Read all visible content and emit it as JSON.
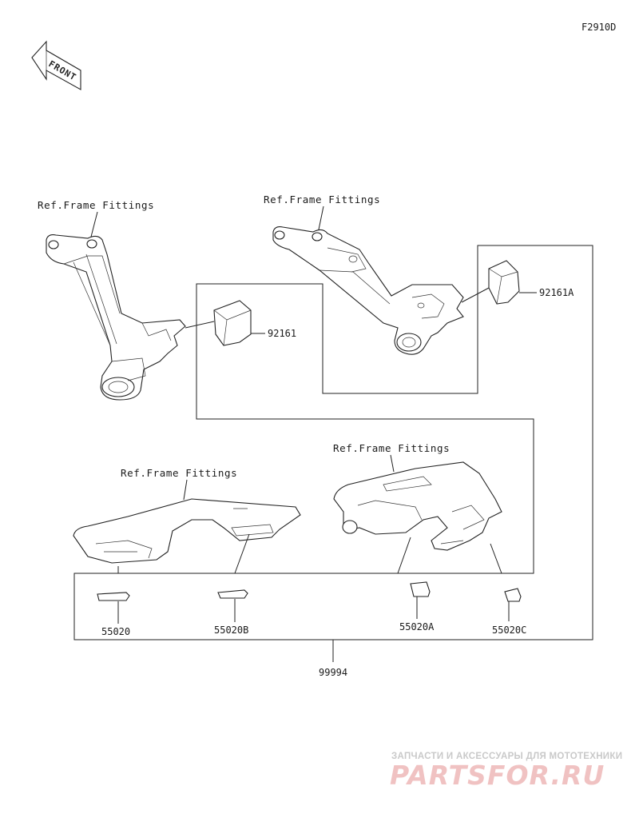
{
  "figure_code": "F2910D",
  "front_arrow": {
    "text": "FRONT",
    "icon": "front-arrow-icon"
  },
  "ref_labels": {
    "left_upper": "Ref.Frame Fittings",
    "right_upper": "Ref.Frame Fittings",
    "left_lower": "Ref.Frame Fittings",
    "right_lower": "Ref.Frame Fittings"
  },
  "parts": {
    "p92161": "92161",
    "p92161a": "92161A",
    "p55020": "55020",
    "p55020b": "55020B",
    "p55020a": "55020A",
    "p55020c": "55020C",
    "p99994": "99994"
  },
  "watermark": {
    "tagline": "ЗАПЧАСТИ И АКСЕССУАРЫ ДЛЯ МОТОТЕХНИКИ",
    "logo": "PARTSFOR.RU"
  },
  "colors": {
    "line": "#222222",
    "watermark_red": "#f0c2c2",
    "watermark_gray": "#c9c9c9"
  }
}
